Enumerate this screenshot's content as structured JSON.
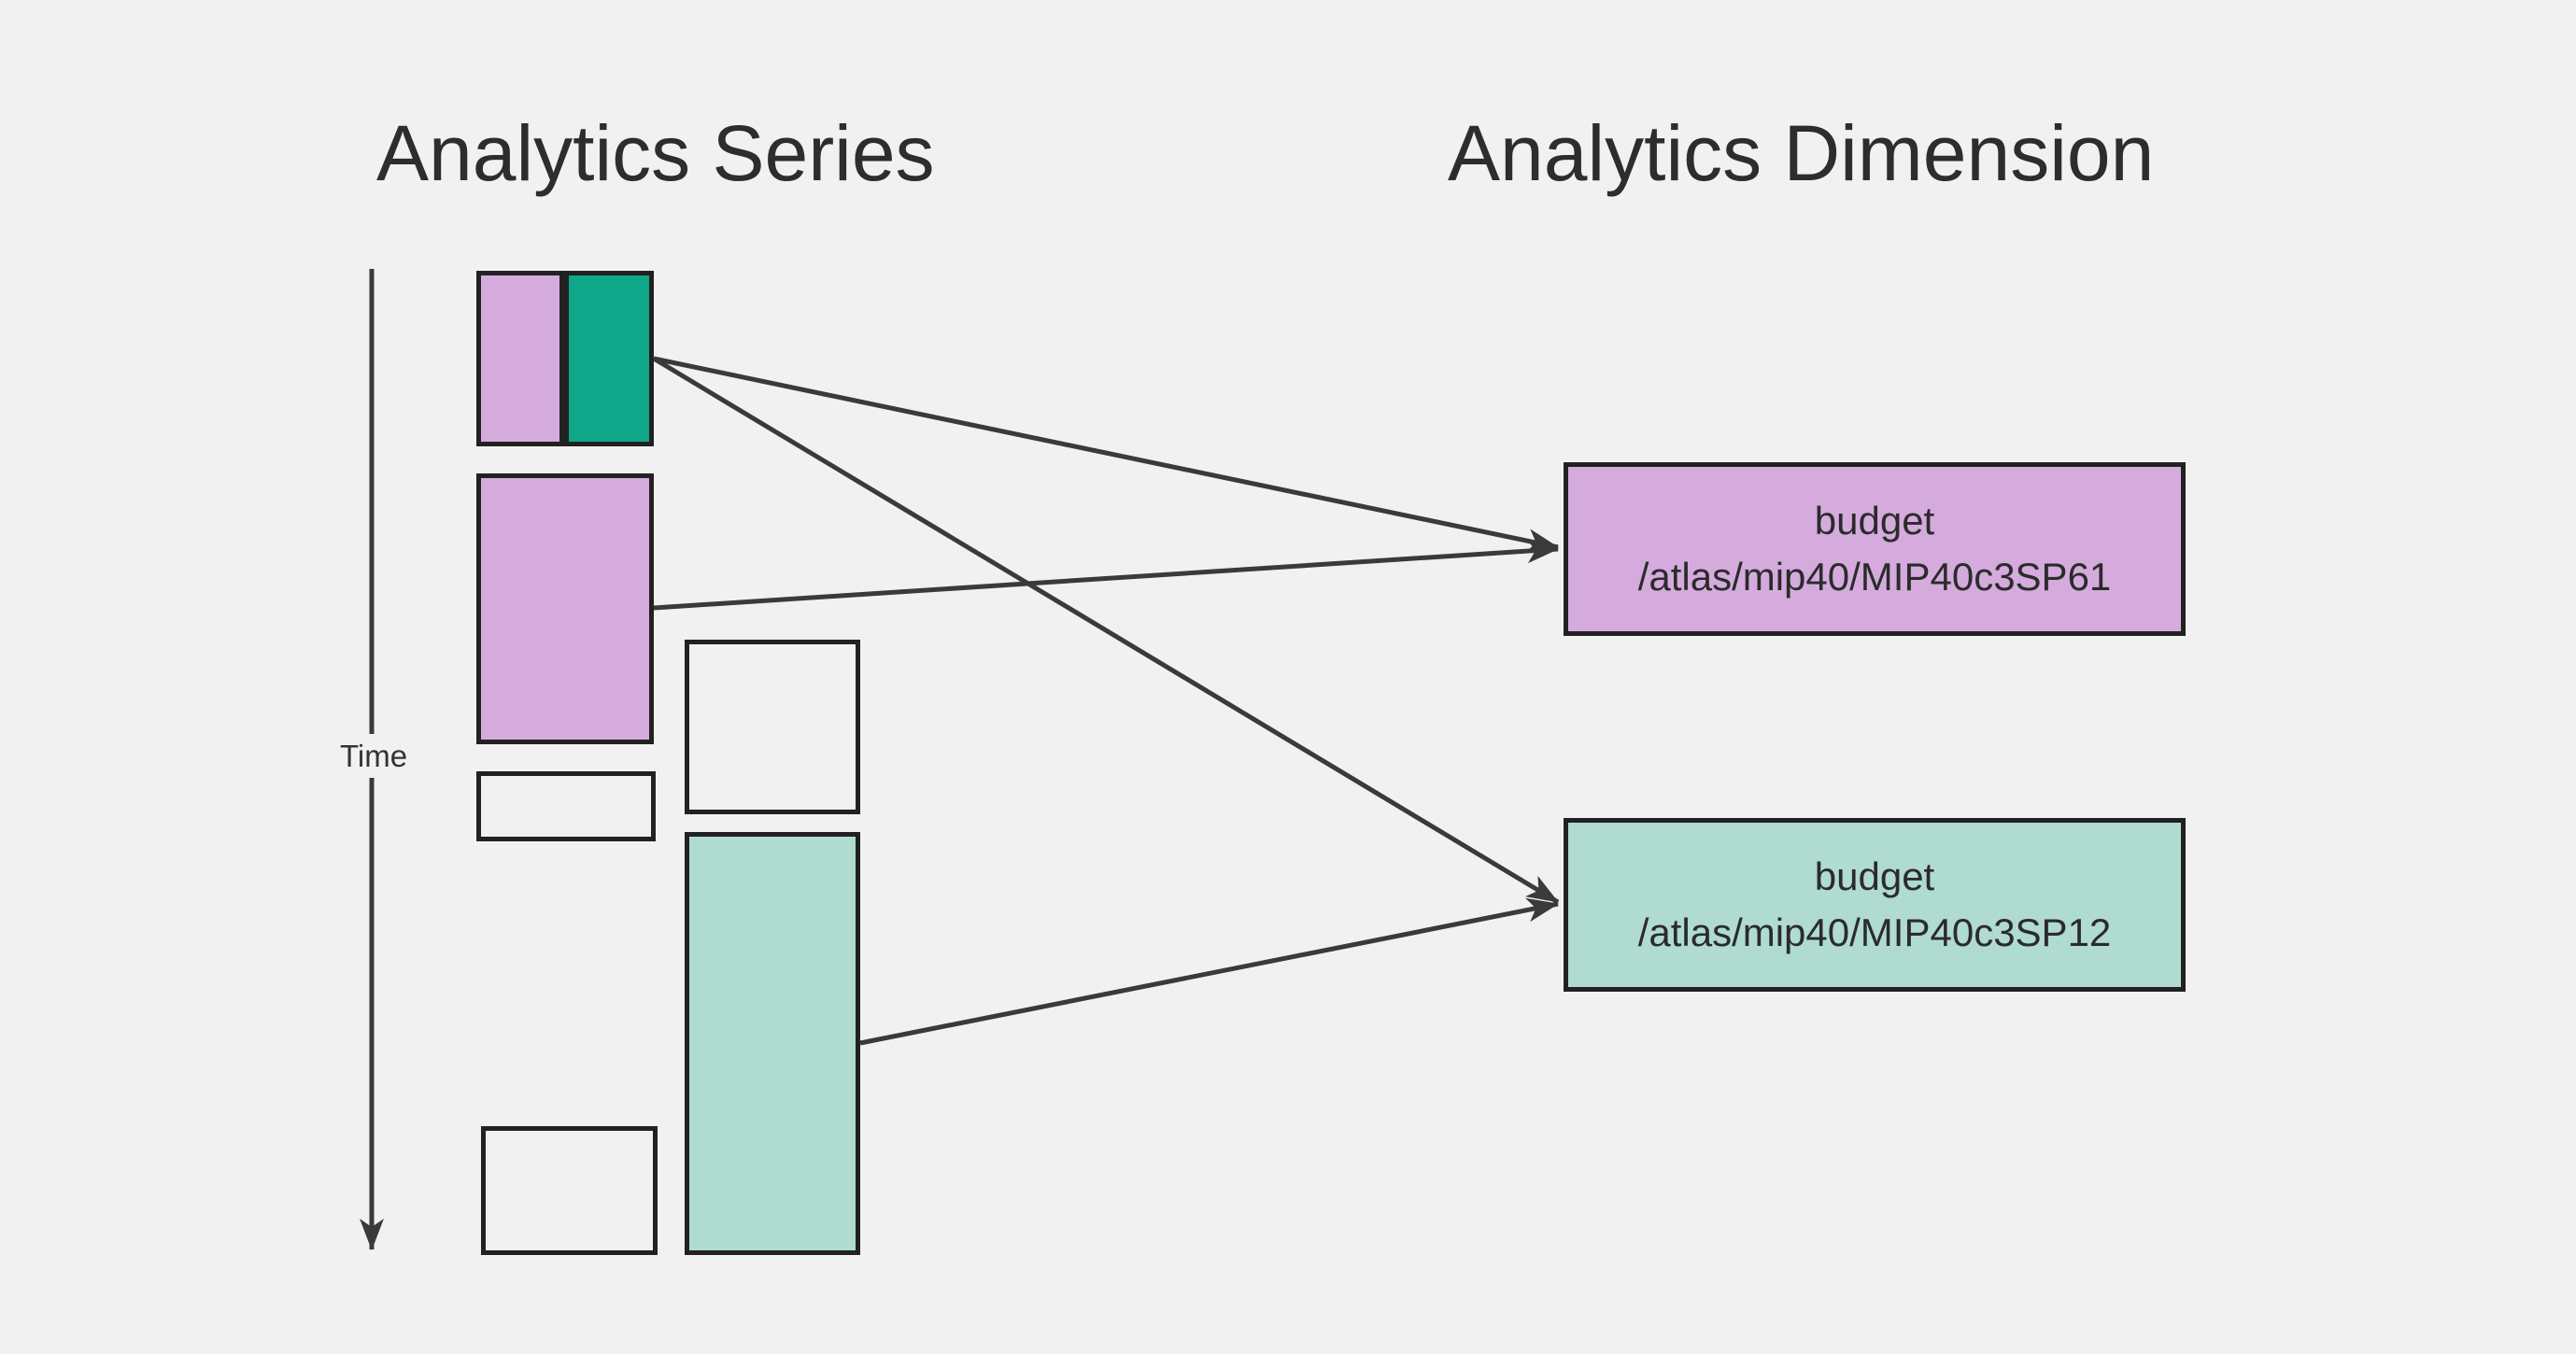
{
  "titles": {
    "series": "Analytics Series",
    "dimension": "Analytics Dimension"
  },
  "time_axis": {
    "label": "Time"
  },
  "dimension_boxes": [
    {
      "name": "budget",
      "path": "/atlas/mip40/MIP40c3SP61",
      "color": "#d5abde"
    },
    {
      "name": "budget",
      "path": "/atlas/mip40/MIP40c3SP12",
      "color": "#b0dbd1"
    }
  ],
  "series_blocks": [
    {
      "id": "pair-lavender",
      "color": "#d5abde"
    },
    {
      "id": "pair-teal",
      "color": "#10a689"
    },
    {
      "id": "lavender-large",
      "color": "#d5abde"
    },
    {
      "id": "empty-small",
      "color": "transparent"
    },
    {
      "id": "empty-tall",
      "color": "transparent"
    },
    {
      "id": "mint-tall",
      "color": "#b0dbd1"
    },
    {
      "id": "empty-bottom",
      "color": "transparent"
    }
  ],
  "colors": {
    "background": "#f1f1f1",
    "outline": "#212121",
    "connector": "#3a3a3a",
    "text": "#2d2d2d",
    "lavender": "#d5abde",
    "teal": "#10a689",
    "mint": "#b0dbd1"
  }
}
